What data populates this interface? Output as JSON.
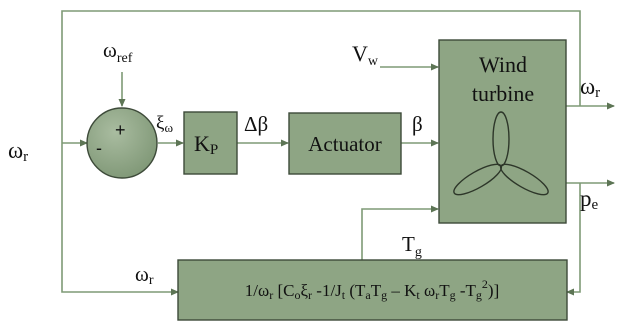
{
  "diagram": {
    "inputs": {
      "omega_r_left": {
        "main": "ω",
        "sub": "r"
      },
      "omega_ref": {
        "main": "ω",
        "sub": "ref"
      },
      "v_w": {
        "main": "V",
        "sub": "w"
      }
    },
    "summing_junction": {
      "plus": "+",
      "minus": "-"
    },
    "signals": {
      "error": {
        "main": "ξ",
        "sub": "ω"
      },
      "delta_beta": "Δβ",
      "beta": "β",
      "t_g": {
        "main": "T",
        "sub": "g"
      },
      "omega_r_feedback": {
        "main": "ω",
        "sub": "r"
      }
    },
    "blocks": {
      "kp": {
        "main": "K",
        "sub": "P"
      },
      "actuator": "Actuator",
      "wind_turbine": {
        "line1": "Wind",
        "line2": "turbine"
      },
      "generator_equation": "1/ωr [Coξr -1/Jt (TaTg – Kt ωrTg -Tg2)]"
    },
    "outputs": {
      "omega_r_out": {
        "main": "ω",
        "sub": "r"
      },
      "p_e_out": {
        "main": "p",
        "sub": "e"
      }
    },
    "colors": {
      "block_fill": "#8ea584",
      "wire": "#7e9a76",
      "outline": "#3d4a39"
    }
  }
}
